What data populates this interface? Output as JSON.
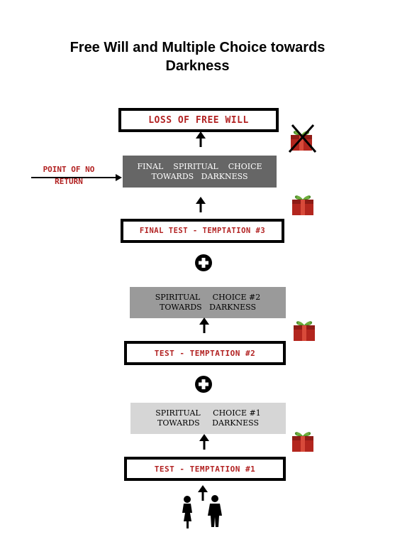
{
  "title": {
    "line1": "Free Will and Multiple Choice towards",
    "line2": "Darkness"
  },
  "boxes": {
    "loss": "LOSS OF FREE WILL",
    "final_choice": {
      "line1": "FINAL    SPIRITUAL    CHOICE",
      "line2": "TOWARDS   DARKNESS"
    },
    "final_test": "FINAL TEST - TEMPTATION #3",
    "choice2": {
      "line1": "SPIRITUAL     CHOICE #2",
      "line2": "TOWARDS   DARKNESS"
    },
    "test2": "TEST - TEMPTATION #2",
    "choice1": {
      "line1": "SPIRITUAL     CHOICE #1",
      "line2": "TOWARDS     DARKNESS"
    },
    "test1": "TEST - TEMPTATION #1"
  },
  "side_label": {
    "line1": "POINT OF NO",
    "line2": "RETURN"
  },
  "colors": {
    "accent_red": "#b22222",
    "dark_fill": "#666666",
    "mid_fill": "#9a9a9a",
    "light_fill": "#d6d6d6"
  },
  "icons": [
    "gift-icon",
    "crossed-gift-icon",
    "plus-circle-icon",
    "arrow-up-icon",
    "people-silhouette-icon"
  ]
}
